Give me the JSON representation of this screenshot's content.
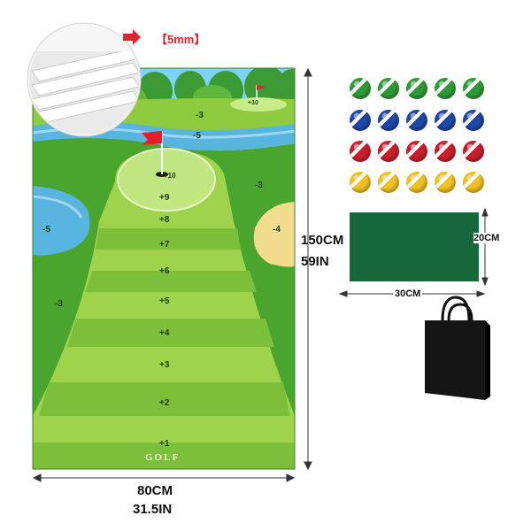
{
  "thickness_label": "【5mm】",
  "mat": {
    "height_cm": "150CM",
    "height_in": "59IN",
    "width_cm": "80CM",
    "width_in": "31.5IN",
    "brand": "GOLF",
    "lane_scores": [
      "+10",
      "+9",
      "+8",
      "+7",
      "+6",
      "+5",
      "+4",
      "+3",
      "+2",
      "+1"
    ],
    "side_scores": {
      "top_green": "+10",
      "top_mid": "-3",
      "top_water": "-5",
      "right_grass": "-3",
      "left_water": "-5",
      "right_bunker": "-4",
      "left_grass": "-3"
    }
  },
  "balls": {
    "row_colors": [
      "#2f9a35",
      "#1f48a6",
      "#c81f2c",
      "#f0bf22"
    ],
    "per_row": 5
  },
  "pad": {
    "width": "30CM",
    "height": "20CM",
    "color": "#17693d"
  },
  "bag": {
    "color": "#111111"
  }
}
